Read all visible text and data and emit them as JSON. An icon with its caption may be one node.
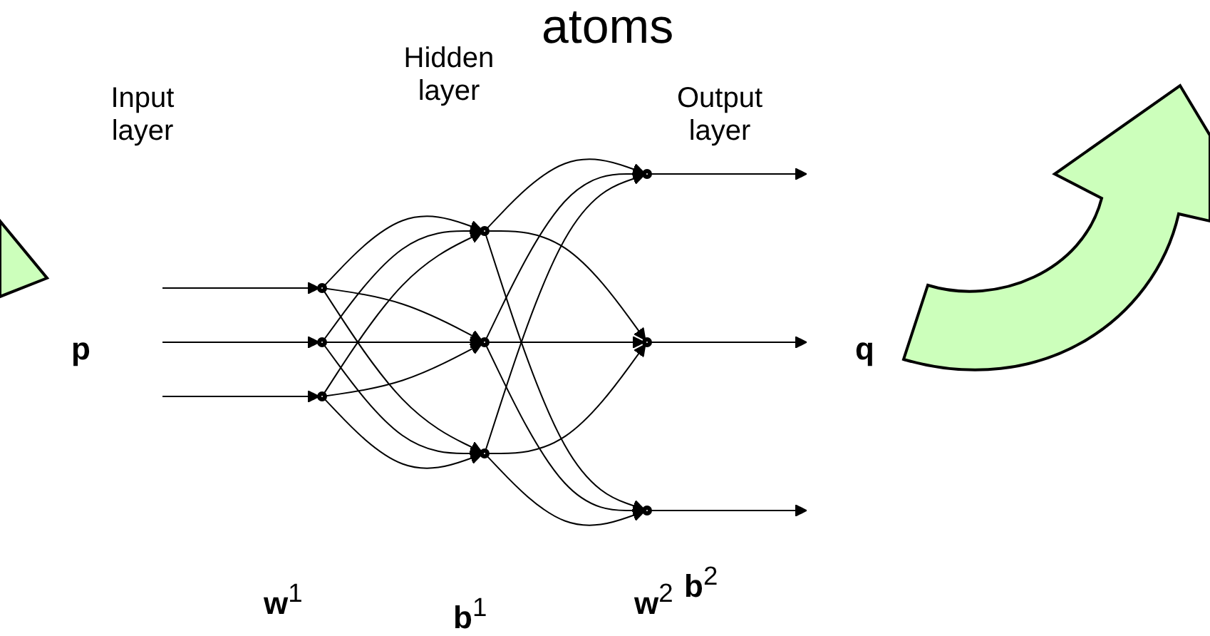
{
  "diagram": {
    "nodes": [
      {
        "text": [],
        "shape": "circle"
      },
      {
        "text": [],
        "shape": "circle"
      },
      {
        "text": [],
        "shape": "circle"
      },
      {
        "text": [],
        "shape": "circle"
      },
      {
        "text": [],
        "shape": "circle"
      },
      {
        "text": [],
        "shape": "circle"
      },
      {
        "text": [],
        "shape": "circle"
      },
      {
        "text": [],
        "shape": "circle"
      },
      {
        "text": [],
        "shape": "circle"
      }
    ],
    "edges": [
      {
        "from": null,
        "to": 0,
        "arrow": "to"
      },
      {
        "from": null,
        "to": 1,
        "arrow": "to"
      },
      {
        "from": null,
        "to": 2,
        "arrow": "to"
      },
      {
        "from": 0,
        "to": 3,
        "arrow": "to"
      },
      {
        "from": 0,
        "to": 4,
        "arrow": "to"
      },
      {
        "from": 0,
        "to": 5,
        "arrow": "to"
      },
      {
        "from": 1,
        "to": 3,
        "arrow": "to"
      },
      {
        "from": 1,
        "to": 4,
        "arrow": "to"
      },
      {
        "from": 1,
        "to": 5,
        "arrow": "to"
      },
      {
        "from": 2,
        "to": 3,
        "arrow": "to"
      },
      {
        "from": 2,
        "to": 4,
        "arrow": "to"
      },
      {
        "from": 2,
        "to": 5,
        "arrow": "to"
      },
      {
        "from": 3,
        "to": 6,
        "arrow": "to"
      },
      {
        "from": 3,
        "to": 7,
        "arrow": "to"
      },
      {
        "from": 3,
        "to": 8,
        "arrow": "to"
      },
      {
        "from": 4,
        "to": 6,
        "arrow": "to"
      },
      {
        "from": 4,
        "to": 7,
        "arrow": "to"
      },
      {
        "from": 4,
        "to": 8,
        "arrow": "to"
      },
      {
        "from": 5,
        "to": 6,
        "arrow": "to"
      },
      {
        "from": 5,
        "to": 7,
        "arrow": "to"
      },
      {
        "from": 5,
        "to": 8,
        "arrow": "to"
      },
      {
        "from": 6,
        "to": null,
        "arrow": "to"
      },
      {
        "from": 7,
        "to": null,
        "arrow": "to"
      },
      {
        "from": 8,
        "to": null,
        "arrow": "to"
      }
    ],
    "labels": [
      "atoms",
      "Input layer",
      "Hidden layer",
      "Output layer",
      "**p**",
      "**q**",
      "**w**$^{1}$",
      "**b**$^{1}$",
      "**w**$^{2}$",
      "**b**$^{2}$"
    ]
  }
}
